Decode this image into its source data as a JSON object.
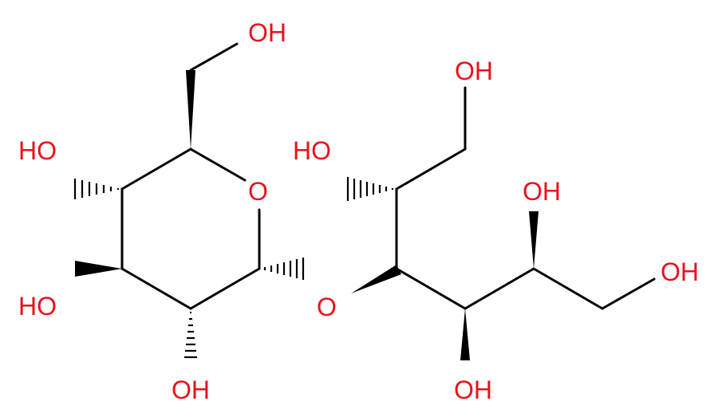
{
  "molecule": {
    "oxygen_color": "#e8121c",
    "bond_color": "#000000",
    "labels": {
      "oh_ch2_top": "OH",
      "oh_c4_left": "HO",
      "oh_c3_left": "HO",
      "oh_c2_bottom": "OH",
      "ring_oxygen": "O",
      "glycosidic_oxygen": "O",
      "oh_c1_top": "OH",
      "oh_c2_right_left": "HO",
      "oh_c5_upper": "OH",
      "oh_c4_bottom": "OH",
      "oh_c6_right": "OH"
    }
  }
}
